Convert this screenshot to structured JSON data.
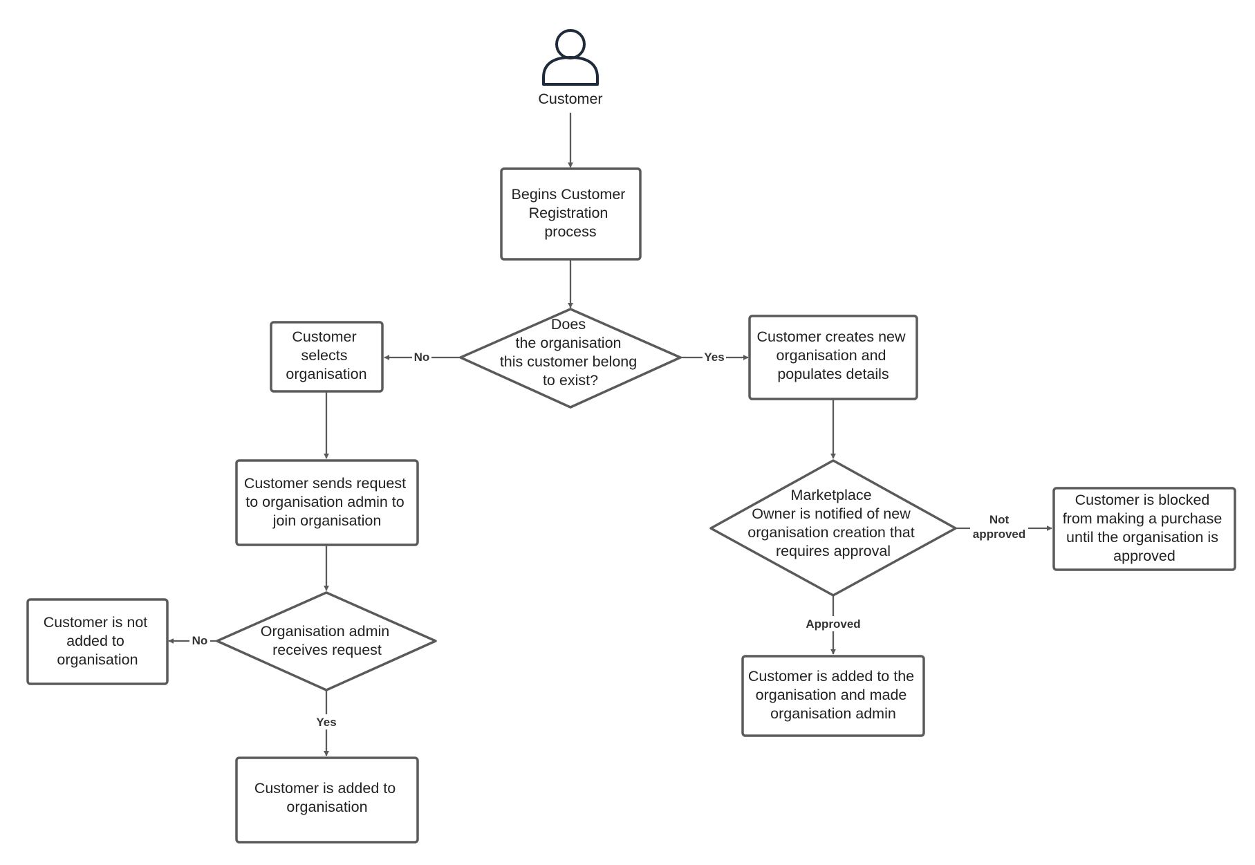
{
  "actor": {
    "label": "Customer",
    "icon": "person-icon"
  },
  "nodes": {
    "begins_registration": [
      "Begins Customer",
      "Registration",
      "process"
    ],
    "org_exists_decision": [
      "Does",
      "the organisation",
      "this customer belong",
      "to exist?"
    ],
    "selects_org": [
      "Customer",
      "selects",
      "organisation"
    ],
    "creates_org": [
      "Customer creates new",
      "organisation and",
      "populates details"
    ],
    "sends_request": [
      "Customer sends request",
      "to organisation admin to",
      "join organisation"
    ],
    "marketplace_decision": [
      "Marketplace",
      "Owner is notified of new",
      "organisation creation that",
      "requires approval"
    ],
    "blocked": [
      "Customer is blocked",
      "from making a purchase",
      "until the organisation is",
      "approved"
    ],
    "admin_decision": [
      "Organisation admin",
      "receives request"
    ],
    "not_added": [
      "Customer is not",
      "added to",
      "organisation"
    ],
    "made_admin": [
      "Customer is added to the",
      "organisation and made",
      "organisation admin"
    ],
    "added": [
      "Customer is added to",
      "organisation"
    ]
  },
  "edge_labels": {
    "no_select": "No",
    "yes_create": "Yes",
    "not_approved": [
      "Not",
      "approved"
    ],
    "approved": "Approved",
    "no_admin": "No",
    "yes_admin": "Yes"
  },
  "colors": {
    "stroke": "#5a5a5a",
    "text": "#222222",
    "actor": "#1f2a3a",
    "background": "#ffffff"
  }
}
